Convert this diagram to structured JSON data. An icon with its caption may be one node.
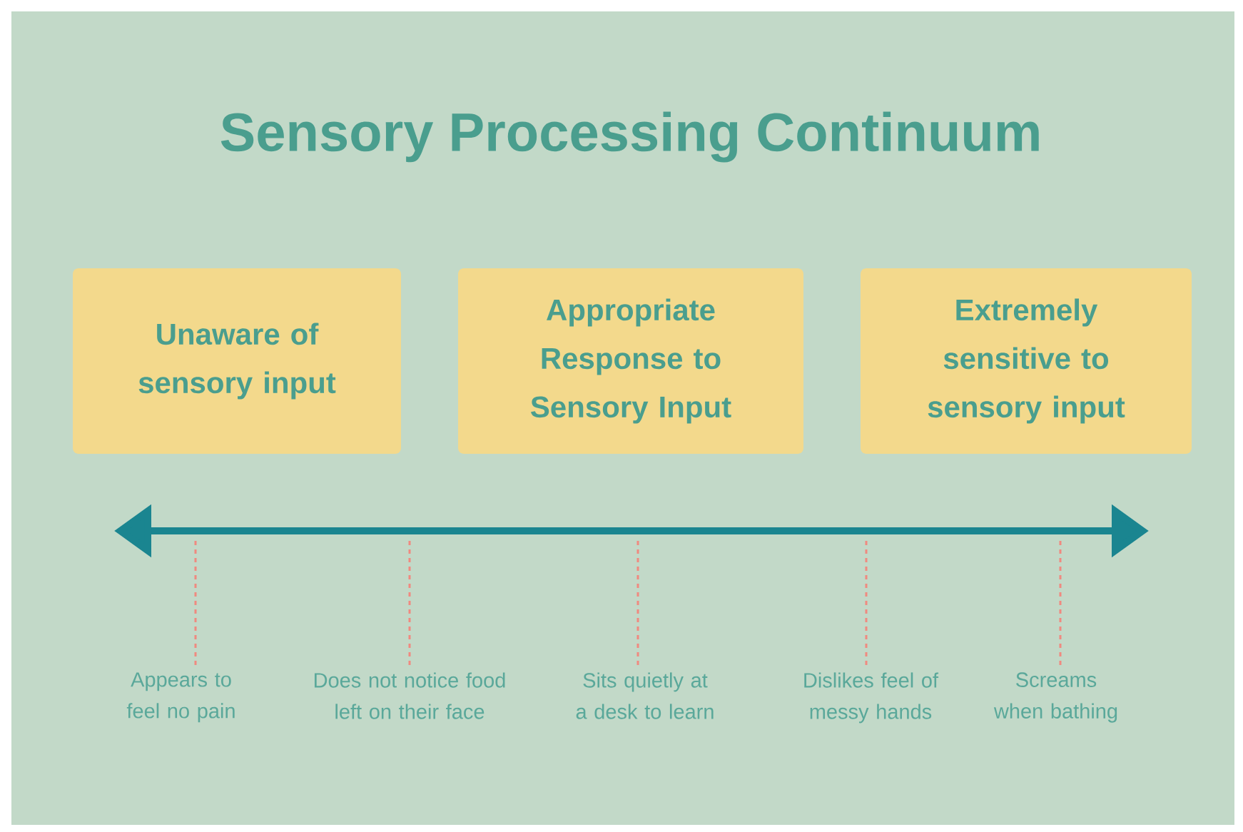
{
  "diagram": {
    "title": "Sensory Processing Continuum",
    "nodes": [
      {
        "text": [
          "Unaware of sensory input"
        ]
      },
      {
        "text": [
          "Appropriate Response to Sensory Input"
        ]
      },
      {
        "text": [
          "Extremely sensitive to sensory input"
        ]
      },
      {
        "text": [
          "Appears to feel no pain"
        ]
      },
      {
        "text": [
          "Does not notice food left on their face"
        ]
      },
      {
        "text": [
          "Sits quietly at a desk to learn"
        ]
      },
      {
        "text": [
          "Dislikes feel of messy hands"
        ]
      },
      {
        "text": [
          "Screams when bathing"
        ]
      }
    ],
    "edges": [
      {
        "from": 3,
        "to": null,
        "arrow": "none",
        "style": "dashed",
        "color": "#f08a80"
      },
      {
        "from": 4,
        "to": null,
        "arrow": "none",
        "style": "dashed",
        "color": "#f08a80"
      },
      {
        "from": 5,
        "to": null,
        "arrow": "none",
        "style": "dashed",
        "color": "#f08a80"
      },
      {
        "from": 6,
        "to": null,
        "arrow": "none",
        "style": "dashed",
        "color": "#f08a80"
      },
      {
        "from": 7,
        "to": null,
        "arrow": "none",
        "style": "dashed",
        "color": "#f08a80"
      }
    ]
  }
}
